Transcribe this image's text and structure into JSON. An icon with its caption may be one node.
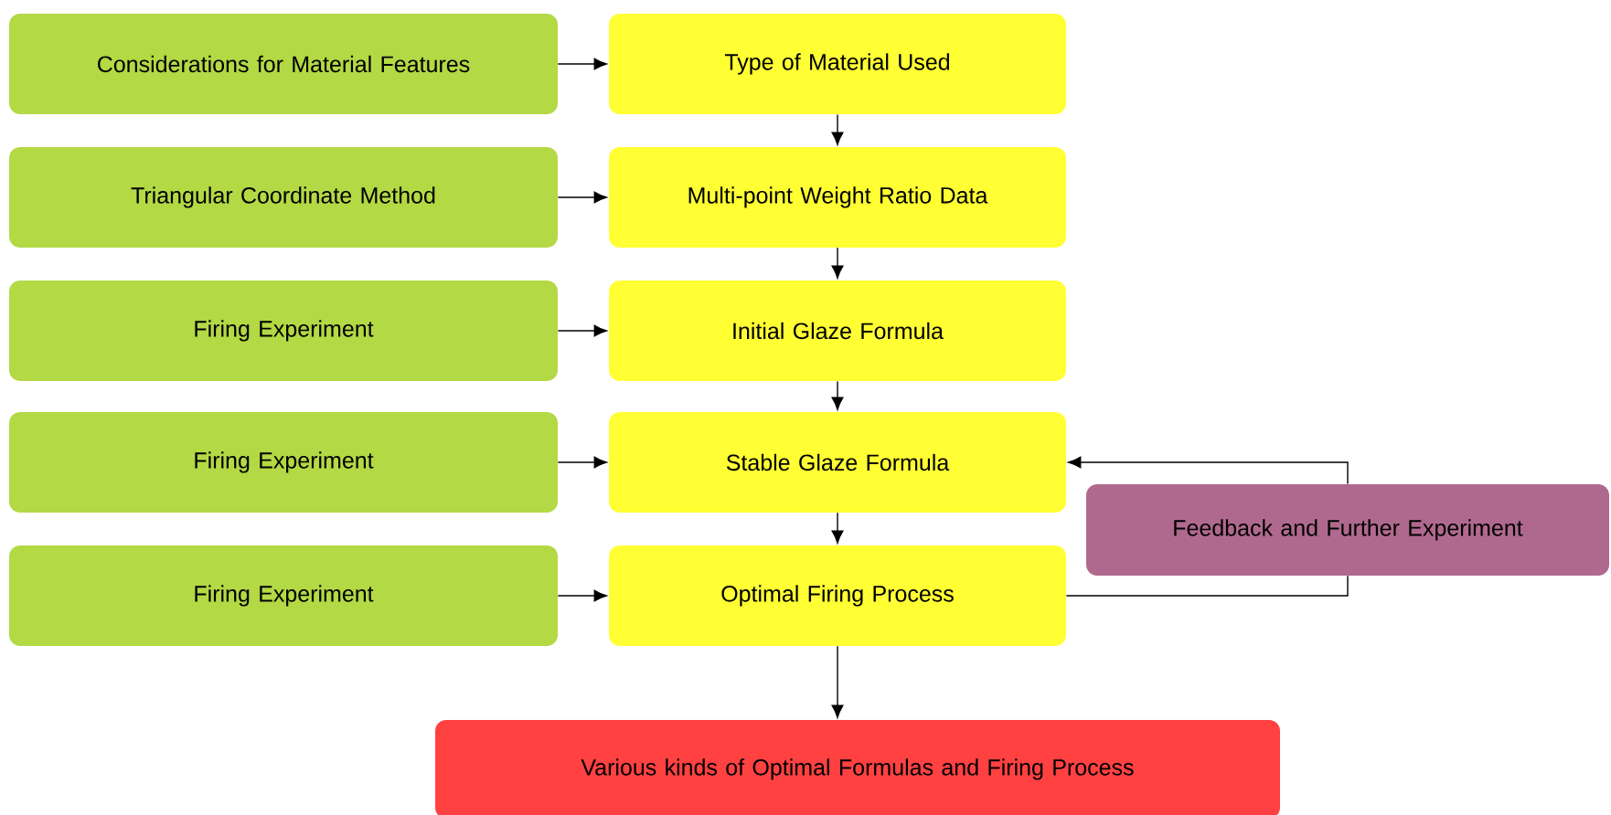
{
  "diagram": {
    "nodes": [
      {
        "text": [
          "Considerations for Material Features"
        ]
      },
      {
        "text": [
          "Type of Material Used"
        ]
      },
      {
        "text": [
          "Triangular Coordinate Method"
        ]
      },
      {
        "text": [
          "Multi-point Weight Ratio Data"
        ]
      },
      {
        "text": [
          "Firing Experiment"
        ]
      },
      {
        "text": [
          "Initial Glaze Formula"
        ]
      },
      {
        "text": [
          "Firing Experiment"
        ]
      },
      {
        "text": [
          "Stable Glaze Formula"
        ]
      },
      {
        "text": [
          "Feedback and Further Experiment"
        ]
      },
      {
        "text": [
          "Firing Experiment"
        ]
      },
      {
        "text": [
          "Optimal Firing Process"
        ]
      },
      {
        "text": [
          "Various kinds of Optimal Formulas and Firing Process"
        ]
      }
    ],
    "edges": [
      {
        "from": 0,
        "to": 1,
        "arrow": "to"
      },
      {
        "from": 1,
        "to": 3,
        "arrow": "to"
      },
      {
        "from": 2,
        "to": 3,
        "arrow": "to"
      },
      {
        "from": 3,
        "to": 5,
        "arrow": "to"
      },
      {
        "from": 4,
        "to": 5,
        "arrow": "to"
      },
      {
        "from": 5,
        "to": 7,
        "arrow": "to"
      },
      {
        "from": 6,
        "to": 7,
        "arrow": "to"
      },
      {
        "from": 7,
        "to": 10,
        "arrow": "to"
      },
      {
        "from": 9,
        "to": 10,
        "arrow": "to"
      },
      {
        "from": 10,
        "to": 8,
        "arrow": "none"
      },
      {
        "from": 8,
        "to": 7,
        "arrow": "to"
      },
      {
        "from": 10,
        "to": 11,
        "arrow": "to"
      }
    ]
  }
}
